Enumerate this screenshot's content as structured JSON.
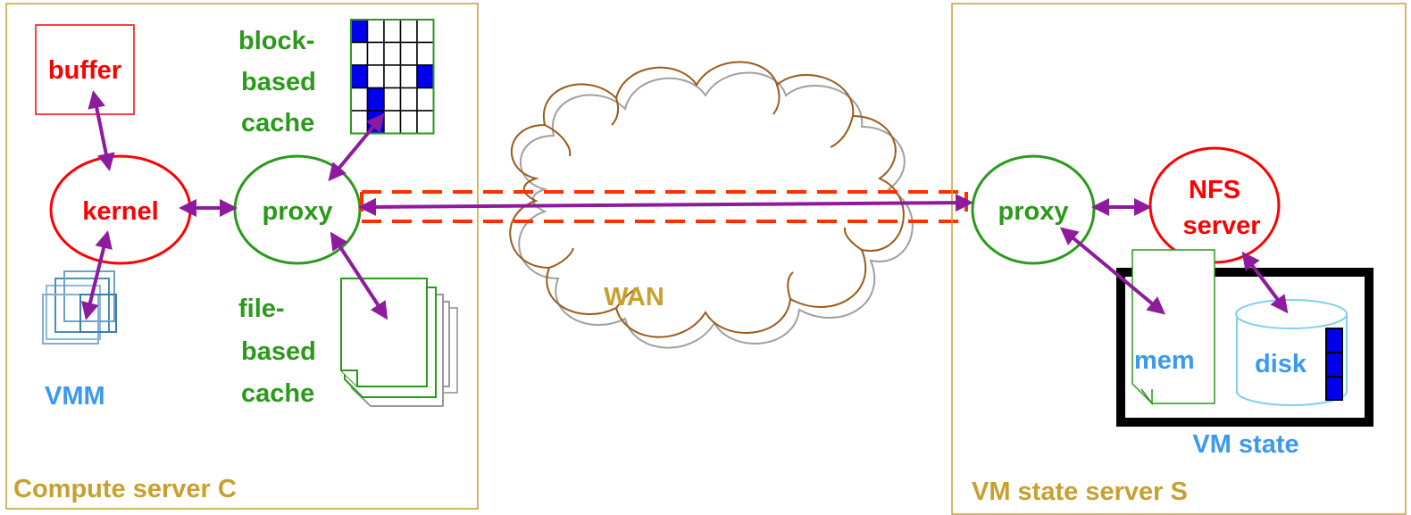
{
  "colors": {
    "frame": "#c8a030",
    "gold_text": "#c8a030",
    "red": "#ff0000",
    "green": "#2a9a1a",
    "purple": "#8e1a9e",
    "blue_text": "#3b9af0",
    "dash": "#ff3000",
    "block_fill": "#0000ee"
  },
  "compute": {
    "title": "Compute server C",
    "buffer_label": "buffer",
    "kernel_label": "kernel",
    "proxy_label": "proxy",
    "vmm_label": "VMM",
    "block_cache": {
      "line1": "block-",
      "line2": "based",
      "line3": "cache"
    },
    "file_cache": {
      "line1": "file-",
      "line2": "based",
      "line3": "cache"
    }
  },
  "network": {
    "label": "WAN"
  },
  "state": {
    "title": "VM state server S",
    "proxy_label": "proxy",
    "nfs_line1": "NFS",
    "nfs_line2": "server",
    "mem_label": "mem",
    "disk_label": "disk",
    "vm_state_label": "VM state"
  }
}
